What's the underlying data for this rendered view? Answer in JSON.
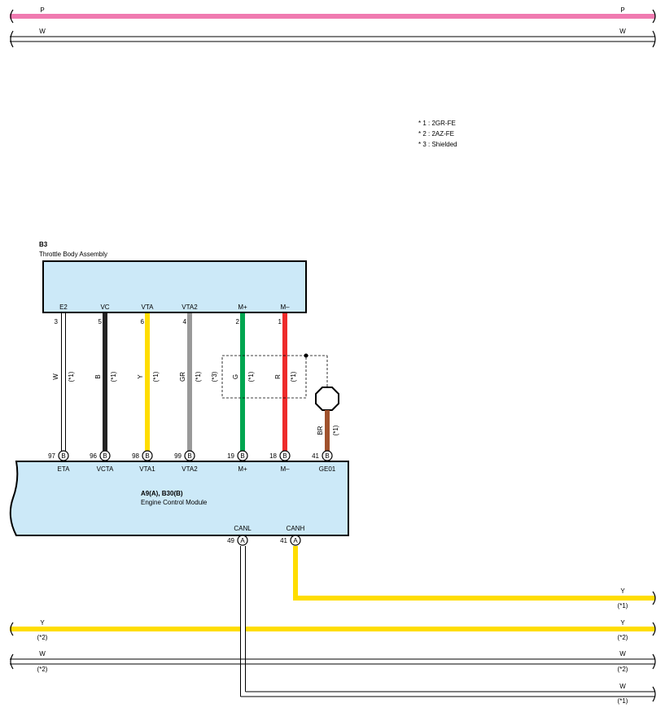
{
  "notes": [
    "* 1 : 2GR-FE",
    "* 2 : 2AZ-FE",
    "* 3 : Shielded"
  ],
  "colors": {
    "box_fill": "#cce9f8",
    "pink": "#f07ab0",
    "yellow": "#ffdd00",
    "black": "#222222",
    "gray": "#999999",
    "green": "#00a650",
    "red": "#ee2a2a",
    "brown": "#a0522d"
  },
  "top_wires": [
    {
      "left": "P",
      "right": "P",
      "color": "pink"
    },
    {
      "left": "W",
      "right": "W",
      "color": "white"
    }
  ],
  "throttle": {
    "code": "B3",
    "name": "Throttle Body Assembly",
    "pins": [
      {
        "name": "E2",
        "num": "3",
        "wire": "W",
        "note": "(*1)",
        "color": "white"
      },
      {
        "name": "VC",
        "num": "5",
        "wire": "B",
        "note": "(*1)",
        "color": "black"
      },
      {
        "name": "VTA",
        "num": "6",
        "wire": "Y",
        "note": "(*1)",
        "color": "yellow"
      },
      {
        "name": "VTA2",
        "num": "4",
        "wire": "GR",
        "note": "(*1)",
        "color": "gray"
      },
      {
        "name": "M+",
        "num": "2",
        "wire": "G",
        "note": "(*1)",
        "color": "green"
      },
      {
        "name": "M–",
        "num": "1",
        "wire": "R",
        "note": "(*1)",
        "color": "red"
      }
    ],
    "shield_note": "(*3)"
  },
  "ground": {
    "wire": "BR",
    "note": "(*1)"
  },
  "ecm": {
    "code": "A9(A), B30(B)",
    "name": "Engine Control Module",
    "top_pins": [
      {
        "num": "97",
        "conn": "B",
        "name": "ETA"
      },
      {
        "num": "96",
        "conn": "B",
        "name": "VCTA"
      },
      {
        "num": "98",
        "conn": "B",
        "name": "VTA1"
      },
      {
        "num": "99",
        "conn": "B",
        "name": "VTA2"
      },
      {
        "num": "19",
        "conn": "B",
        "name": "M+"
      },
      {
        "num": "18",
        "conn": "B",
        "name": "M–"
      },
      {
        "num": "41",
        "conn": "B",
        "name": "GE01"
      }
    ],
    "bottom_pins": [
      {
        "num": "49",
        "conn": "A",
        "name": "CANL"
      },
      {
        "num": "41",
        "conn": "A",
        "name": "CANH"
      }
    ]
  },
  "bottom_wires": [
    {
      "label": "Y",
      "note": "(*1)"
    },
    {
      "left": "Y",
      "left_note": "(*2)",
      "right": "Y",
      "right_note": "(*2)"
    },
    {
      "left": "W",
      "left_note": "(*2)",
      "right": "W",
      "right_note": "(*2)"
    },
    {
      "label": "W",
      "note": "(*1)"
    }
  ]
}
